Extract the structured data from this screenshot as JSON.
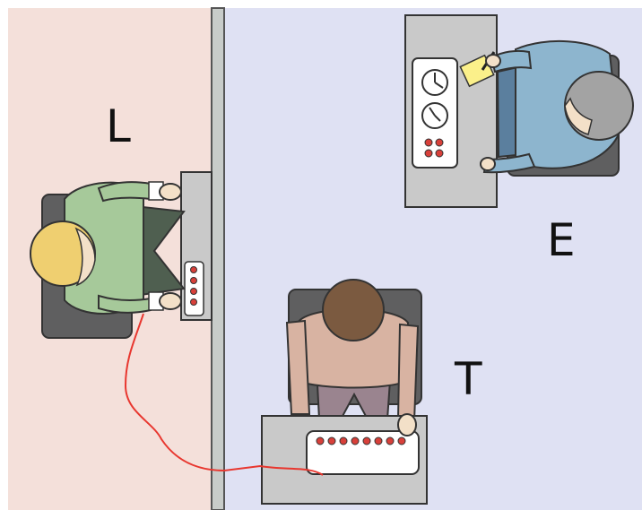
{
  "labels": {
    "learner": "L",
    "experimenter": "E",
    "teacher": "T"
  },
  "colors": {
    "learner_room": "#f4e0da",
    "experiment_room": "#dfe1f3",
    "wall": "#c8ccc9",
    "desk": "#c9c9c9",
    "wire": "#e8372f",
    "learner_shirt": "#a6c99a",
    "learner_hair": "#efcf70",
    "teacher_shirt": "#d8b3a2",
    "teacher_hair": "#7b5a40",
    "experimenter_shirt": "#8db5ce",
    "experimenter_hair": "#a3a3a3",
    "note_paper": "#fbf08a",
    "button_red": "#d8403a"
  },
  "icons": {
    "clock_top": "clock-icon",
    "clock_bottom": "clock-icon",
    "note": "note-icon",
    "pen": "pen-icon"
  }
}
